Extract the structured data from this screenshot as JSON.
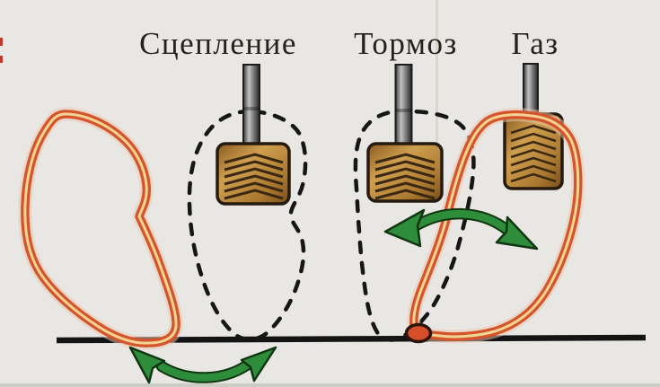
{
  "diagram": {
    "subject": "car-pedals-foot-placement",
    "pedals": [
      {
        "id": "clutch",
        "label": "Сцепление"
      },
      {
        "id": "brake",
        "label": "Тормоз"
      },
      {
        "id": "gas",
        "label": "Газ"
      }
    ],
    "figures": {
      "dashed_footprint_outlines": 2,
      "red_foot_outlines": 2,
      "swing_arrows": 2,
      "heel_pivot_dots": 1,
      "floor_lines": 1
    },
    "colors": {
      "background": "#e8e7e3",
      "label_text": "#26211c",
      "pedal_face_brown": "#b9863b",
      "pedal_tread_dark": "#3a2812",
      "pedal_border": "#241a10",
      "stalk_gray": "#9d9d9d",
      "dashed_outline": "#161616",
      "foot_outline_red": "#d4552b",
      "foot_outline_highlight": "#f6e2a0",
      "heel_pivot_red": "#d5502a",
      "floor_black": "#141414",
      "arrow_green": "#2e8d3a",
      "arrow_outline_green": "#103611"
    }
  }
}
